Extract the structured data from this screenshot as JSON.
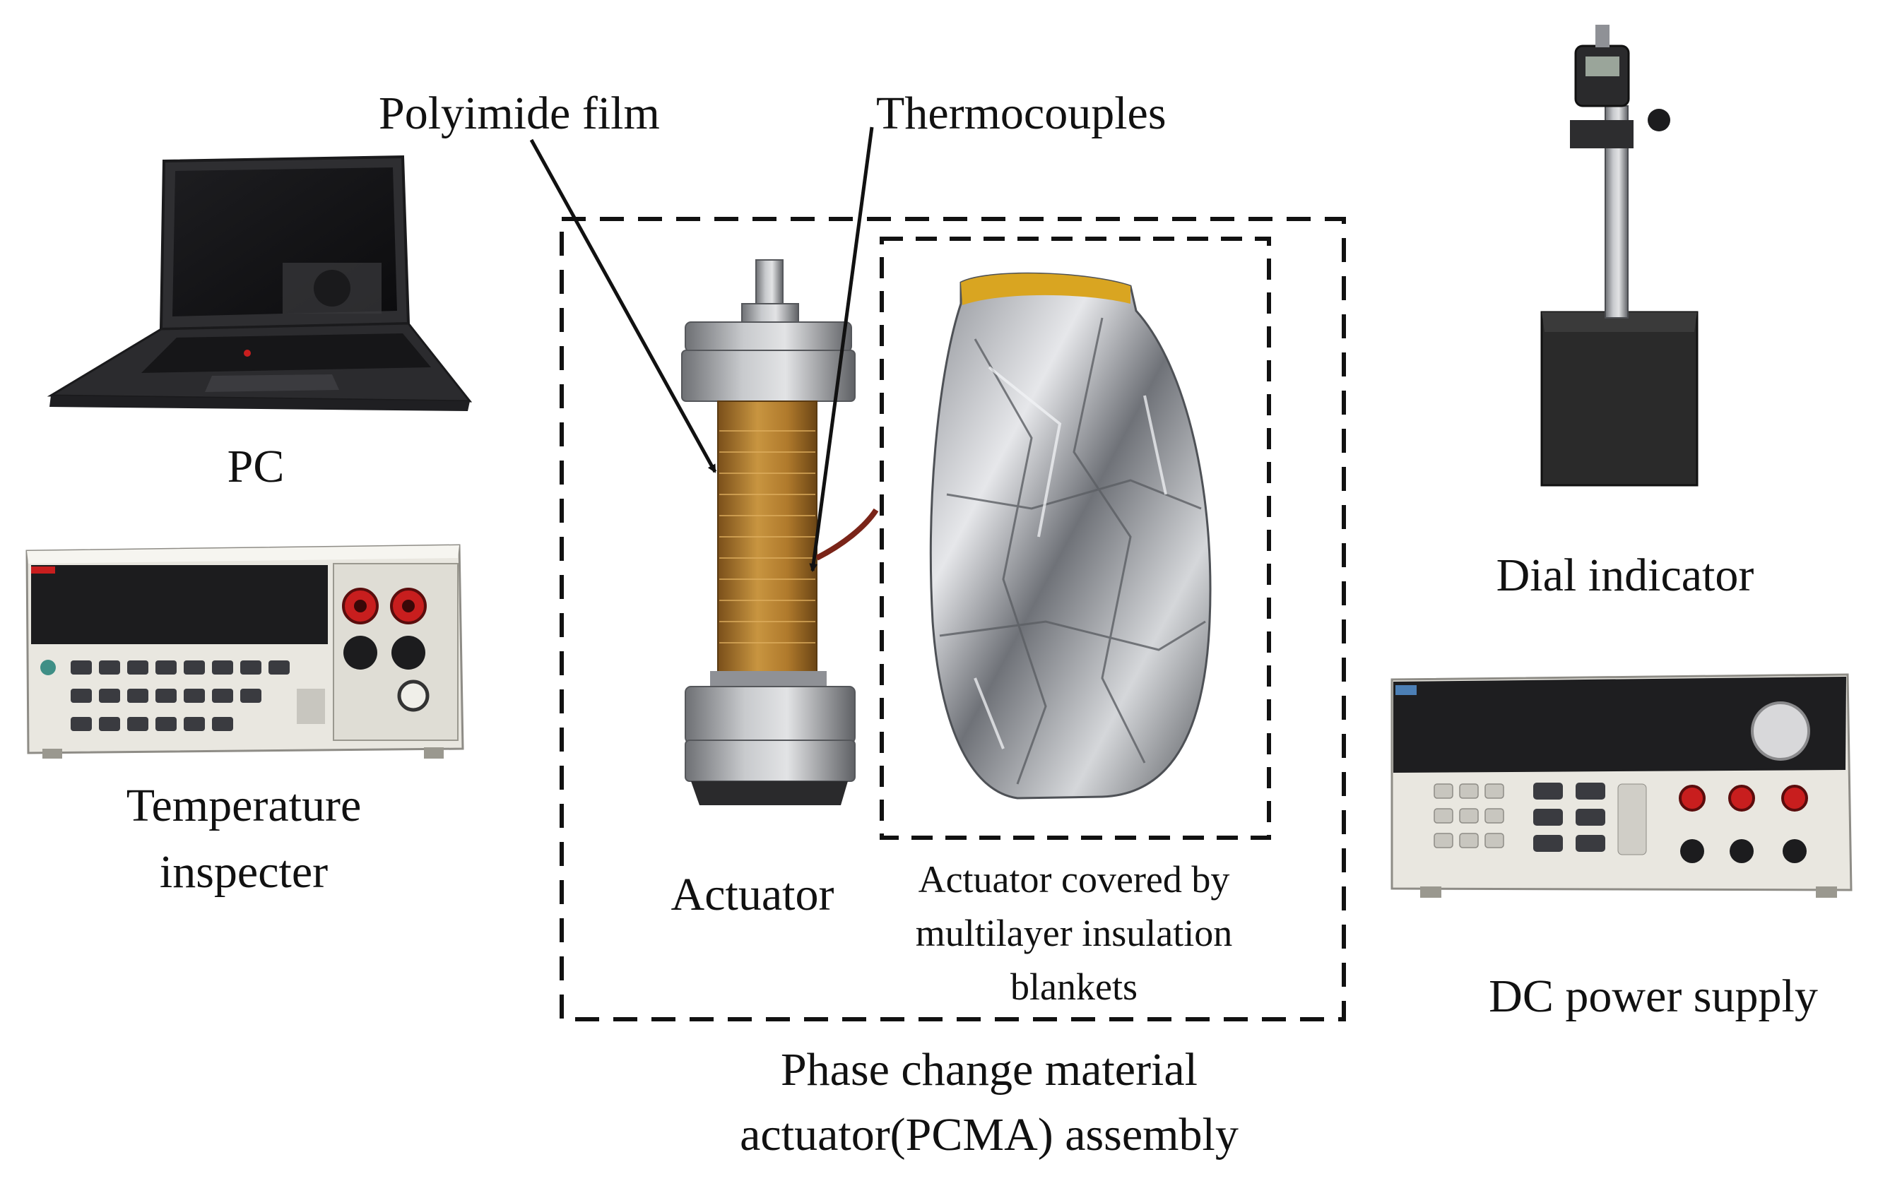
{
  "labels": {
    "polyimide": "Polyimide film",
    "thermocouples": "Thermocouples",
    "pc": "PC",
    "temp_line1": "Temperature",
    "temp_line2": "inspecter",
    "actuator": "Actuator",
    "covered_line1": "Actuator covered by",
    "covered_line2": "multilayer insulation",
    "covered_line3": "blankets",
    "assembly_line1": "Phase change material",
    "assembly_line2": "actuator(PCMA) assembly",
    "dial": "Dial indicator",
    "dc": "DC power supply"
  },
  "colors": {
    "text": "#111111",
    "dashed_box": "#111111",
    "laptop_body": "#2b2b2e",
    "laptop_screen": "#141416",
    "instrument_body": "#e9e7e0",
    "instrument_display": "#1c1c1e",
    "terminal_red": "#c81e1e",
    "polyimide_amber": "#b9822e",
    "steel": "#9a9ca0",
    "foil": "#c9cbcf",
    "granite": "#2a2a2a"
  },
  "icons": [
    "laptop-icon",
    "multimeter-icon",
    "actuator-icon",
    "insulated-actuator-icon",
    "dial-indicator-icon",
    "dc-power-supply-icon"
  ]
}
